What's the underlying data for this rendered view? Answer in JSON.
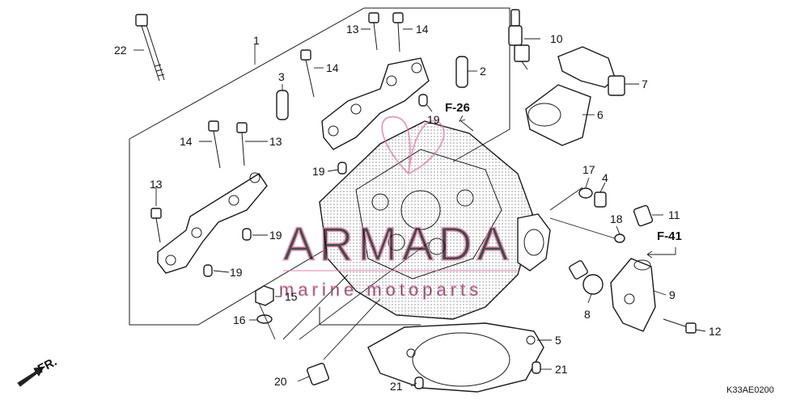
{
  "diagram": {
    "callouts": [
      {
        "id": "c1",
        "text": "1"
      },
      {
        "id": "c2",
        "text": "2"
      },
      {
        "id": "c3",
        "text": "3"
      },
      {
        "id": "c4",
        "text": "4"
      },
      {
        "id": "c5",
        "text": "5"
      },
      {
        "id": "c6",
        "text": "6"
      },
      {
        "id": "c7",
        "text": "7"
      },
      {
        "id": "c8",
        "text": "8"
      },
      {
        "id": "c9",
        "text": "9"
      },
      {
        "id": "c10",
        "text": "10"
      },
      {
        "id": "c11",
        "text": "11"
      },
      {
        "id": "c12",
        "text": "12"
      },
      {
        "id": "c13a",
        "text": "13"
      },
      {
        "id": "c13b",
        "text": "13"
      },
      {
        "id": "c13c",
        "text": "13"
      },
      {
        "id": "c14a",
        "text": "14"
      },
      {
        "id": "c14b",
        "text": "14"
      },
      {
        "id": "c14c",
        "text": "14"
      },
      {
        "id": "c15",
        "text": "15"
      },
      {
        "id": "c16",
        "text": "16"
      },
      {
        "id": "c17",
        "text": "17"
      },
      {
        "id": "c18",
        "text": "18"
      },
      {
        "id": "c19a",
        "text": "19"
      },
      {
        "id": "c19b",
        "text": "19"
      },
      {
        "id": "c19c",
        "text": "19"
      },
      {
        "id": "c19d",
        "text": "19"
      },
      {
        "id": "c20",
        "text": "20"
      },
      {
        "id": "c21a",
        "text": "21"
      },
      {
        "id": "c21b",
        "text": "21"
      },
      {
        "id": "c22",
        "text": "22"
      }
    ],
    "references": {
      "f26": "F-26",
      "f41": "F-41"
    },
    "direction_label": "FR.",
    "diagram_code": "K33AE0200"
  },
  "watermark": {
    "title": "ARMADA",
    "subtitle": "marine motoparts",
    "color": "#e07aa8"
  }
}
